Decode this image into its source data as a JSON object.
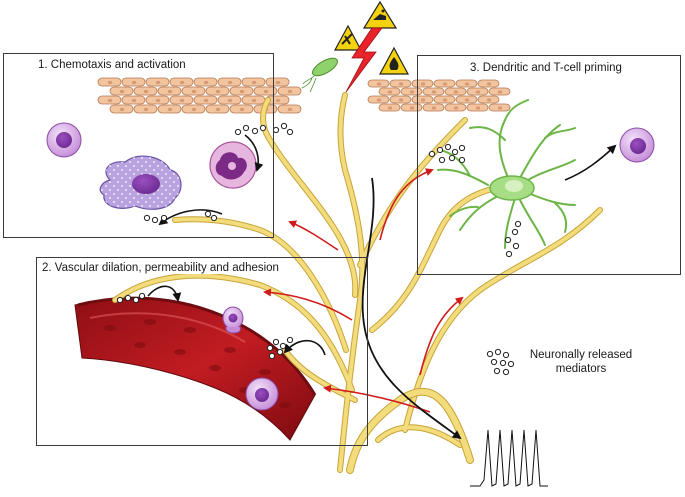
{
  "panels": [
    {
      "label": "1. Chemotaxis and activation"
    },
    {
      "label": "2. Vascular dilation, permeability and adhesion"
    },
    {
      "label": "3. Dendritic and T-cell priming"
    }
  ],
  "legend": {
    "line1": "Neuronally released",
    "line2": "mediators"
  },
  "icons": [
    "biohazard-warning-icon",
    "chemical-warning-icon",
    "flammable-warning-icon",
    "lightning-bolt-icon",
    "bacterium-icon",
    "action-potential-icon"
  ],
  "colors": {
    "nerve": "#f3dc7c",
    "nerve_outline": "#c7a43a",
    "efferent_arrow": "#d11a1a",
    "afferent_arrow": "#111111",
    "vessel": "#b3161c",
    "dendritic_cell": "#8fd16a",
    "immune_cell": "#c48ad6",
    "epithelium": "#f2c5a0"
  }
}
